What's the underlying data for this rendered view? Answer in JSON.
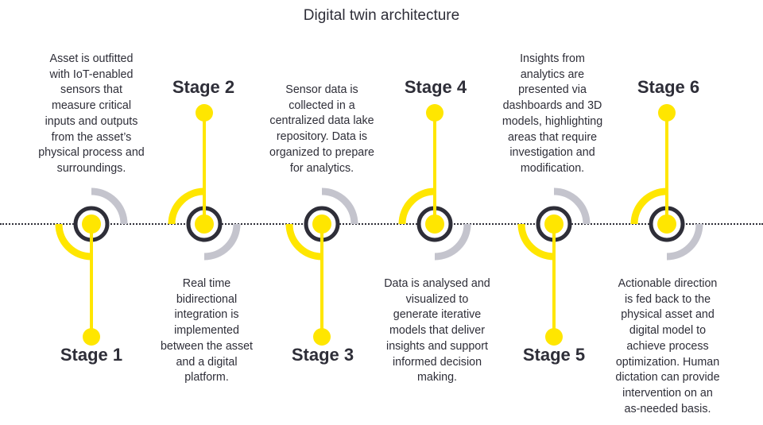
{
  "title": "Digital twin architecture",
  "colors": {
    "accent": "#ffe600",
    "ring_dark": "#2e2e38",
    "ring_grey": "#c4c4cd",
    "text": "#2e2e38"
  },
  "stages": [
    {
      "label": "Stage 1",
      "text": "Asset is outfitted\nwith IoT-enabled\nsensors that\nmeasure critical\ninputs and outputs\nfrom the asset’s\nphysical process and\nsurroundings."
    },
    {
      "label": "Stage 2",
      "text": "Real time\nbidirectional\nintegration is\nimplemented\nbetween the asset\nand a digital\nplatform."
    },
    {
      "label": "Stage 3",
      "text": "Sensor data is\ncollected in a\ncentralized data lake\nrepository. Data is\norganized to prepare\nfor analytics."
    },
    {
      "label": "Stage 4",
      "text": "Data is analysed and\nvisualized to\ngenerate iterative\nmodels that deliver\ninsights and support\ninformed decision\nmaking."
    },
    {
      "label": "Stage 5",
      "text": "Insights from\nanalytics are\npresented via\ndashboards and 3D\nmodels, highlighting\nareas that require\ninvestigation and\nmodification."
    },
    {
      "label": "Stage 6",
      "text": "Actionable direction\nis fed back to the\nphysical asset and\ndigital model to\nachieve process\noptimization. Human\ndictation can provide\nintervention on an\nas-needed basis."
    }
  ]
}
